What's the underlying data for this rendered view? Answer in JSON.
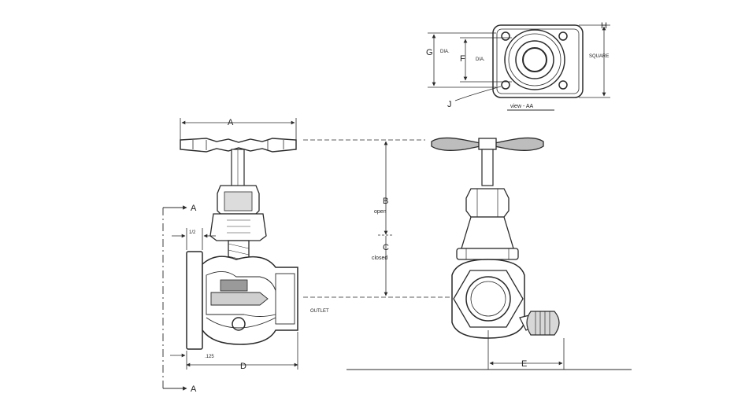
{
  "labels": {
    "A": "A",
    "B": "B",
    "C": "C",
    "D": "D",
    "E": "E",
    "F": "F",
    "G": "G",
    "H": "H",
    "J": "J",
    "open": "open",
    "closed": "closed",
    "outlet": "OUTLET",
    "half": "1/2",
    "dim125": ".125",
    "dia": "DIA.",
    "square": "SQUARE",
    "view": "view - AA"
  },
  "colors": {
    "ink": "#2a2a2a",
    "paper": "#ffffff",
    "shade": "#bdbdbd"
  }
}
